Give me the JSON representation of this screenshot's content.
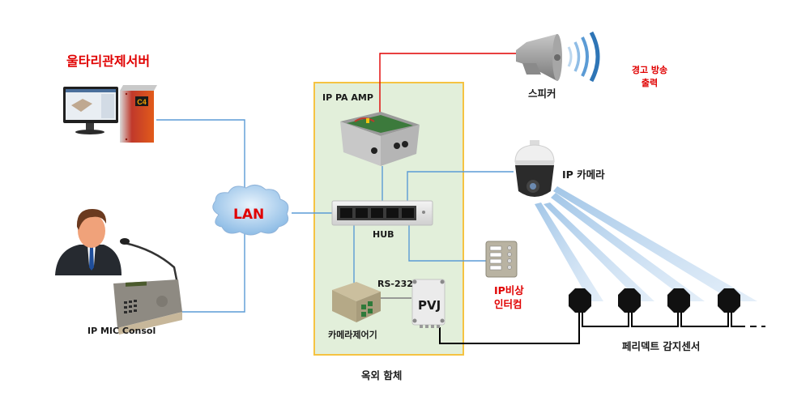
{
  "diagram": {
    "colors": {
      "lan_line": "#5b9bd5",
      "speaker_line": "#e00000",
      "sensor_line": "#000000",
      "enclosure_fill": "#e2efda",
      "enclosure_border": "#f5c342",
      "label_red": "#e00000",
      "beam": "#9dc3e6"
    },
    "labels": {
      "server_title": "울타리관제서버",
      "mic_console": "IP MIC Consol",
      "lan": "LAN",
      "pa_amp": "IP PA AMP",
      "hub": "HUB",
      "rs232": "RS-232",
      "pvj": "PVJ",
      "camera_controller": "카메라제어기",
      "enclosure": "옥외 함체",
      "speaker": "스피커",
      "warning_line1": "경고 방송",
      "warning_line2": "출력",
      "ip_camera": "IP 카메라",
      "intercom_line1": "IP비상",
      "intercom_line2": "인터컴",
      "sensor": "페리덱트 감지센서",
      "server_badge": "C4"
    },
    "nodes": [
      {
        "id": "server",
        "name": "울타리관제서버",
        "icon": "server-icon"
      },
      {
        "id": "mic-console",
        "name": "IP MIC Consol",
        "icon": "microphone-console-icon"
      },
      {
        "id": "lan",
        "name": "LAN",
        "icon": "cloud-icon"
      },
      {
        "id": "pa-amp",
        "name": "IP PA AMP",
        "icon": "amplifier-icon"
      },
      {
        "id": "hub",
        "name": "HUB",
        "icon": "network-hub-icon"
      },
      {
        "id": "camera-controller",
        "name": "카메라제어기",
        "icon": "controller-icon"
      },
      {
        "id": "pvj",
        "name": "PVJ",
        "icon": "junction-box-icon"
      },
      {
        "id": "speaker",
        "name": "스피커",
        "icon": "horn-speaker-icon"
      },
      {
        "id": "ip-camera",
        "name": "IP 카메라",
        "icon": "ptz-camera-icon"
      },
      {
        "id": "intercom",
        "name": "IP비상 인터컴",
        "icon": "intercom-icon"
      },
      {
        "id": "sensors",
        "name": "페리덱트 감지센서",
        "icon": "sensor-icon",
        "count": 4
      }
    ],
    "edges": [
      {
        "from": "server",
        "to": "lan",
        "type": "lan"
      },
      {
        "from": "mic-console",
        "to": "lan",
        "type": "lan"
      },
      {
        "from": "lan",
        "to": "hub",
        "type": "lan"
      },
      {
        "from": "pa-amp",
        "to": "hub",
        "type": "lan"
      },
      {
        "from": "hub",
        "to": "ip-camera",
        "type": "lan"
      },
      {
        "from": "hub",
        "to": "intercom",
        "type": "lan"
      },
      {
        "from": "hub",
        "to": "camera-controller",
        "type": "lan"
      },
      {
        "from": "camera-controller",
        "to": "pvj",
        "type": "serial",
        "label": "RS-232"
      },
      {
        "from": "pa-amp",
        "to": "speaker",
        "type": "speaker"
      },
      {
        "from": "pvj",
        "to": "sensors",
        "type": "sensor"
      }
    ]
  }
}
